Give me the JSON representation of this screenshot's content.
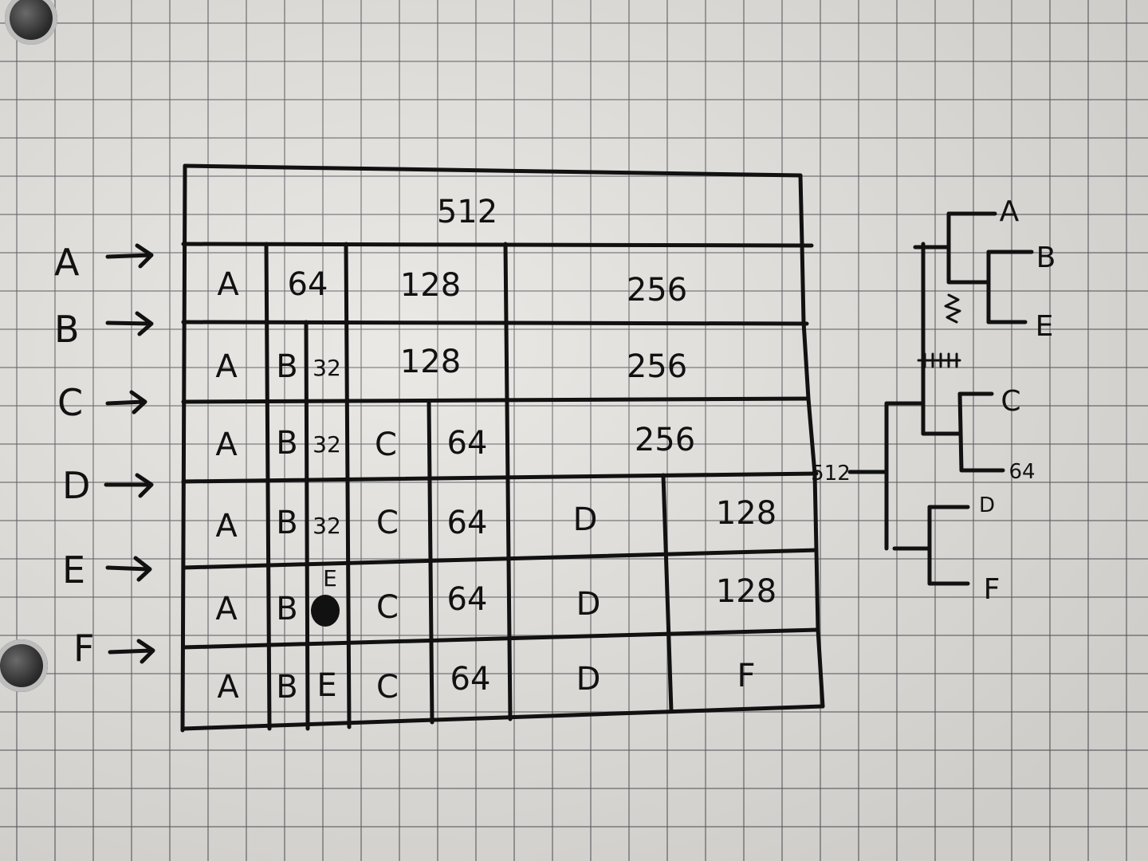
{
  "row_labels": [
    "A",
    "B",
    "C",
    "D",
    "E",
    "F"
  ],
  "grid": {
    "header": "512",
    "rows": [
      [
        "A",
        "64",
        "128",
        "256"
      ],
      [
        "A",
        "B",
        "32",
        "128",
        "256"
      ],
      [
        "A",
        "B",
        "32",
        "C",
        "64",
        "256"
      ],
      [
        "A",
        "B",
        "32",
        "C",
        "64",
        "D",
        "128"
      ],
      [
        "A",
        "B",
        "E",
        "C",
        "64",
        "D",
        "128"
      ],
      [
        "A",
        "B",
        "E",
        "C",
        "64",
        "D",
        "F"
      ]
    ]
  },
  "tree": {
    "root": "512",
    "leaves": [
      "A",
      "B",
      "E",
      "C",
      "64",
      "D",
      "F"
    ]
  }
}
